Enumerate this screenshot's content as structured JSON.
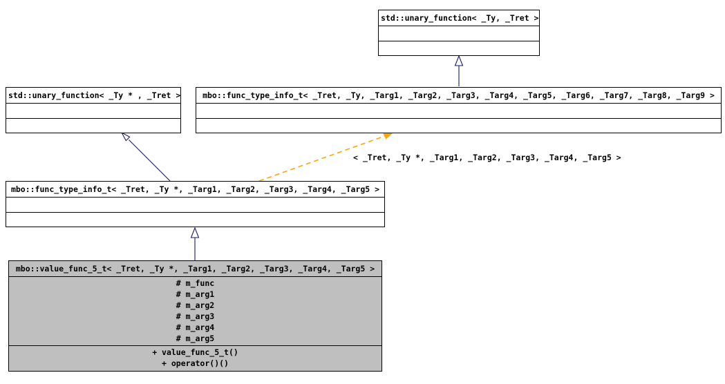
{
  "diagram": {
    "type": "uml-class-inheritance",
    "title_text": "",
    "colors": {
      "box_fill": "#ffffff",
      "box_fill_highlight": "#bfbfbf",
      "box_border": "#000000",
      "inheritance_edge": "#191970",
      "template_edge": "#ffa500",
      "text": "#000000"
    },
    "classes": [
      {
        "id": "std_unary_function_ty_tret",
        "name": "std::unary_function< _Ty, _Tret >",
        "highlighted": false,
        "attributes": [],
        "operations": []
      },
      {
        "id": "std_unary_function_typtr_tret",
        "name": "std::unary_function< _Ty * , _Tret >",
        "highlighted": false,
        "attributes": [],
        "operations": []
      },
      {
        "id": "mbo_func_type_info_t_9",
        "name": "mbo::func_type_info_t< _Tret, _Ty, _Targ1, _Targ2, _Targ3, _Targ4, _Targ5, _Targ6, _Targ7, _Targ8, _Targ9 >",
        "highlighted": false,
        "attributes": [],
        "operations": []
      },
      {
        "id": "mbo_func_type_info_t_5",
        "name": "mbo::func_type_info_t< _Tret, _Ty *, _Targ1, _Targ2, _Targ3, _Targ4, _Targ5 >",
        "highlighted": false,
        "attributes": [],
        "operations": []
      },
      {
        "id": "mbo_value_func_5_t",
        "name": "mbo::value_func_5_t< _Tret, _Ty *, _Targ1, _Targ2, _Targ3, _Targ4, _Targ5 >",
        "highlighted": true,
        "attributes": [
          "# m_func",
          "# m_arg1",
          "# m_arg2",
          "# m_arg3",
          "# m_arg4",
          "# m_arg5"
        ],
        "operations": [
          "+ value_func_5_t()",
          "+ operator()()"
        ]
      }
    ],
    "edges": [
      {
        "id": "edge-inherit-top",
        "from": "mbo_func_type_info_t_9",
        "to": "std_unary_function_ty_tret",
        "style": "solid",
        "arrow": "hollow-triangle",
        "label": ""
      },
      {
        "id": "edge-inherit-left",
        "from": "mbo_func_type_info_t_5",
        "to": "std_unary_function_typtr_tret",
        "style": "solid",
        "arrow": "hollow-triangle",
        "label": ""
      },
      {
        "id": "edge-inherit-bottom",
        "from": "mbo_value_func_5_t",
        "to": "mbo_func_type_info_t_5",
        "style": "solid",
        "arrow": "hollow-triangle",
        "label": ""
      },
      {
        "id": "edge-template-binding",
        "from": "mbo_func_type_info_t_5",
        "to": "mbo_func_type_info_t_9",
        "style": "dashed",
        "arrow": "filled-arrow",
        "label": "< _Tret, _Ty *, _Targ1, _Targ2, _Targ3, _Targ4, _Targ5 >"
      }
    ]
  }
}
